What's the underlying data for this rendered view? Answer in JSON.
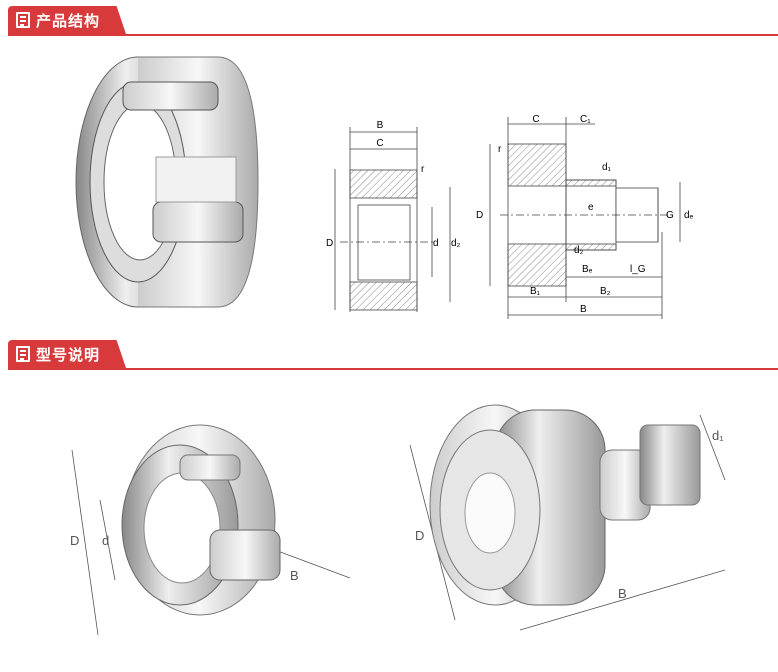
{
  "sections": [
    {
      "title": "产品结构",
      "icon": "document-list-icon"
    },
    {
      "title": "型号说明",
      "icon": "document-list-icon"
    }
  ],
  "drawing1": {
    "B": "B",
    "C": "C",
    "r": "r",
    "D": "D",
    "d": "d",
    "d2": "d₂"
  },
  "drawing2": {
    "C": "C",
    "C1": "C₁",
    "r": "r",
    "D": "D",
    "d1": "d₁",
    "e": "e",
    "G": "G",
    "de": "dₑ",
    "d2": "d₂",
    "Be": "Bₑ",
    "lG": "l_G",
    "B1": "B₁",
    "B2": "B₂",
    "B": "B"
  },
  "illustration1": {
    "D": "D",
    "d": "d",
    "B": "B"
  },
  "illustration2": {
    "D": "D",
    "B": "B",
    "d1": "d₁"
  },
  "colors": {
    "accent": "#d8393a"
  }
}
